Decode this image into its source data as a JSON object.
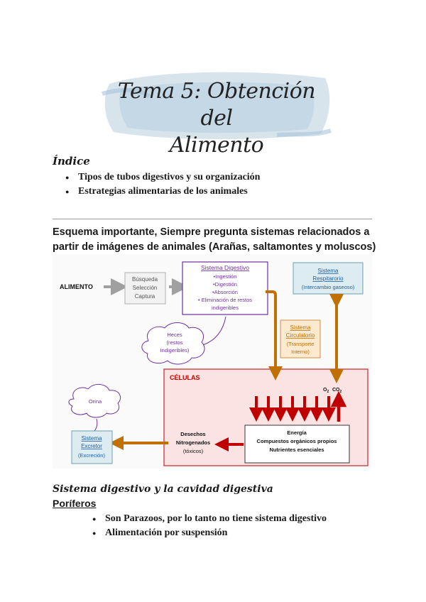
{
  "header": {
    "title_line1": "Tema 5: Obtención del",
    "title_line2": "Alimento"
  },
  "index": {
    "heading": "Índice",
    "items": [
      "Tipos de tubos digestivos y su organización",
      "Estrategias alimentarias de los animales"
    ]
  },
  "note": "Esquema importante, Siempre pregunta sistemas relacionados a partir de imágenes de animales (Arañas, saltamontes y moluscos)",
  "diagram": {
    "alimento": "ALIMENTO",
    "busqueda": [
      "Búsqueda",
      "Selección",
      "Captura"
    ],
    "digestivo": {
      "title": "Sistema Digestivo",
      "items": [
        "•Ingestión",
        "•Digestión",
        "•Absorción",
        "• Eliminación de restos",
        "indigeribles"
      ]
    },
    "heces": [
      "Heces",
      "(restos",
      "Indigeribles)"
    ],
    "respiratorio": {
      "title": "Sistema",
      "title2": "Respitarorio",
      "sub": "(Intercambio gaseoso)"
    },
    "circulatorio": {
      "title": "Sistema",
      "title2": "Circulatorio",
      "sub1": "(Transporte",
      "sub2": "Interno)"
    },
    "celulas": "CÉLULAS",
    "gases": {
      "o2": "O",
      "o2_sub": "2",
      "co2": "CO",
      "co2_sub": "2"
    },
    "energia": [
      "Energía",
      "Compuestos orgánicos propios",
      "Nutrientes esenciales"
    ],
    "desechos": [
      "Desechos",
      "Nitrogenados",
      "(tóxicos)"
    ],
    "orina": "Orina",
    "excretor": {
      "title": "Sistema",
      "title2": "Excretor",
      "sub": "(Excreción)"
    },
    "colors": {
      "purple": "#7030a0",
      "brown": "#c07000",
      "red": "#c00000",
      "cell_fill": "#fbe3e3",
      "teal_fill": "#dcecf0",
      "orange_fill": "#fde9cf",
      "blue_text": "#1f5fa8"
    }
  },
  "section": {
    "title": "Sistema digestivo y la cavidad digestiva",
    "subtitle": "Poríferos",
    "items": [
      "Son Parazoos, por lo tanto no tiene sistema digestivo",
      "Alimentación por suspensión"
    ]
  }
}
